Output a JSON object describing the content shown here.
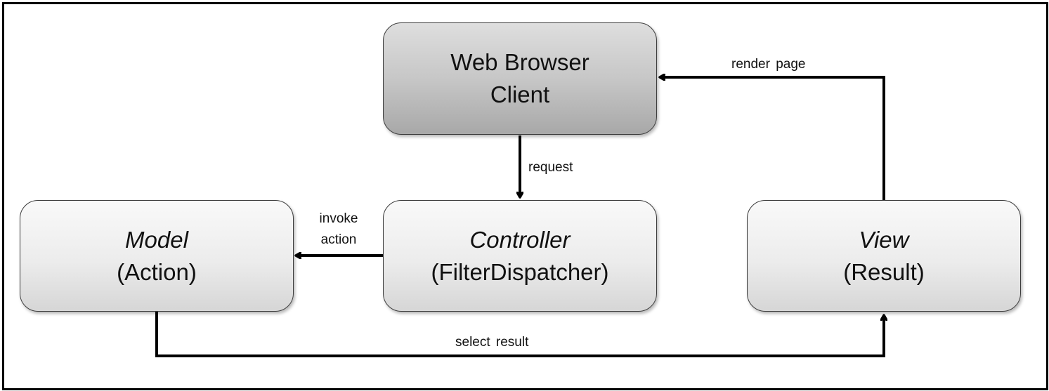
{
  "nodes": {
    "web_browser": {
      "line1": "Web Browser",
      "line2": "Client"
    },
    "model": {
      "line1": "Model",
      "line2": "(Action)"
    },
    "controller": {
      "line1": "Controller",
      "line2": "(FilterDispatcher)"
    },
    "view": {
      "line1": "View",
      "line2": "(Result)"
    }
  },
  "edges": {
    "request": "request",
    "invoke_action_line1": "invoke",
    "invoke_action_line2": "action",
    "render_page": "render page",
    "select_result": "select result"
  }
}
